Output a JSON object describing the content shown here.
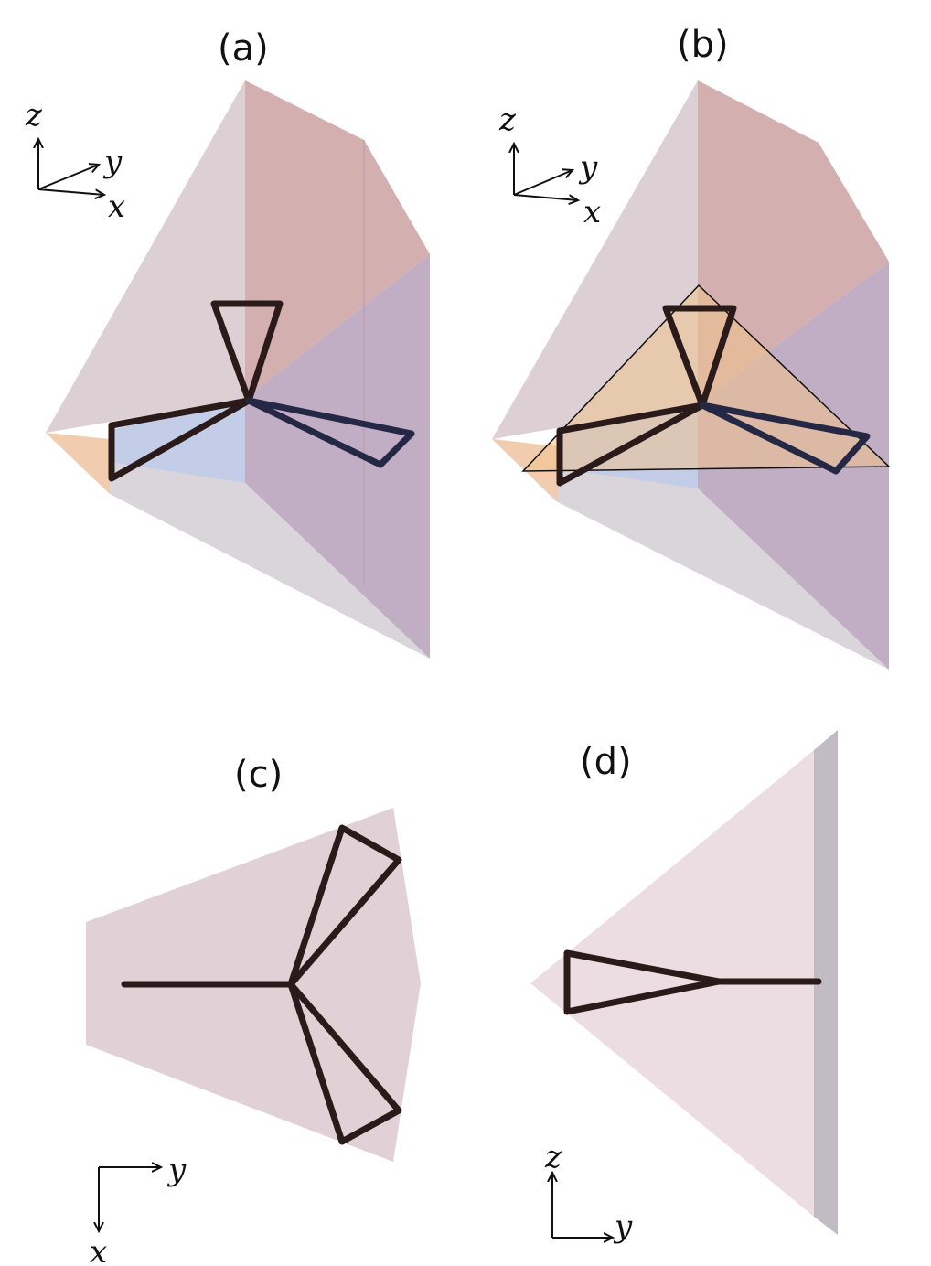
{
  "panels": {
    "a": {
      "label": "(a)",
      "axes": {
        "z": "z",
        "y": "y",
        "x": "x"
      }
    },
    "b": {
      "label": "(b)",
      "axes": {
        "z": "z",
        "y": "y",
        "x": "x"
      }
    },
    "c": {
      "label": "(c)",
      "axes": {
        "y": "y",
        "x": "x"
      }
    },
    "d": {
      "label": "(d)",
      "axes": {
        "z": "z",
        "y": "y"
      }
    }
  },
  "colors": {
    "face_left": "#dcd0d4",
    "face_right_top": "#d4afb0",
    "face_right_mid": "#c2aec4",
    "face_bottom": "#d9d5db",
    "face_blue": "#c4cde8",
    "face_orange": "#f1ccae",
    "plane_orange": "#f0c38c",
    "top_view_fill": "#e1d1d6",
    "side_view_fill": "#ecdde3",
    "side_view_edge": "#c1bbc3",
    "wire": "#2a1a1a",
    "wire_navy": "#252845"
  }
}
